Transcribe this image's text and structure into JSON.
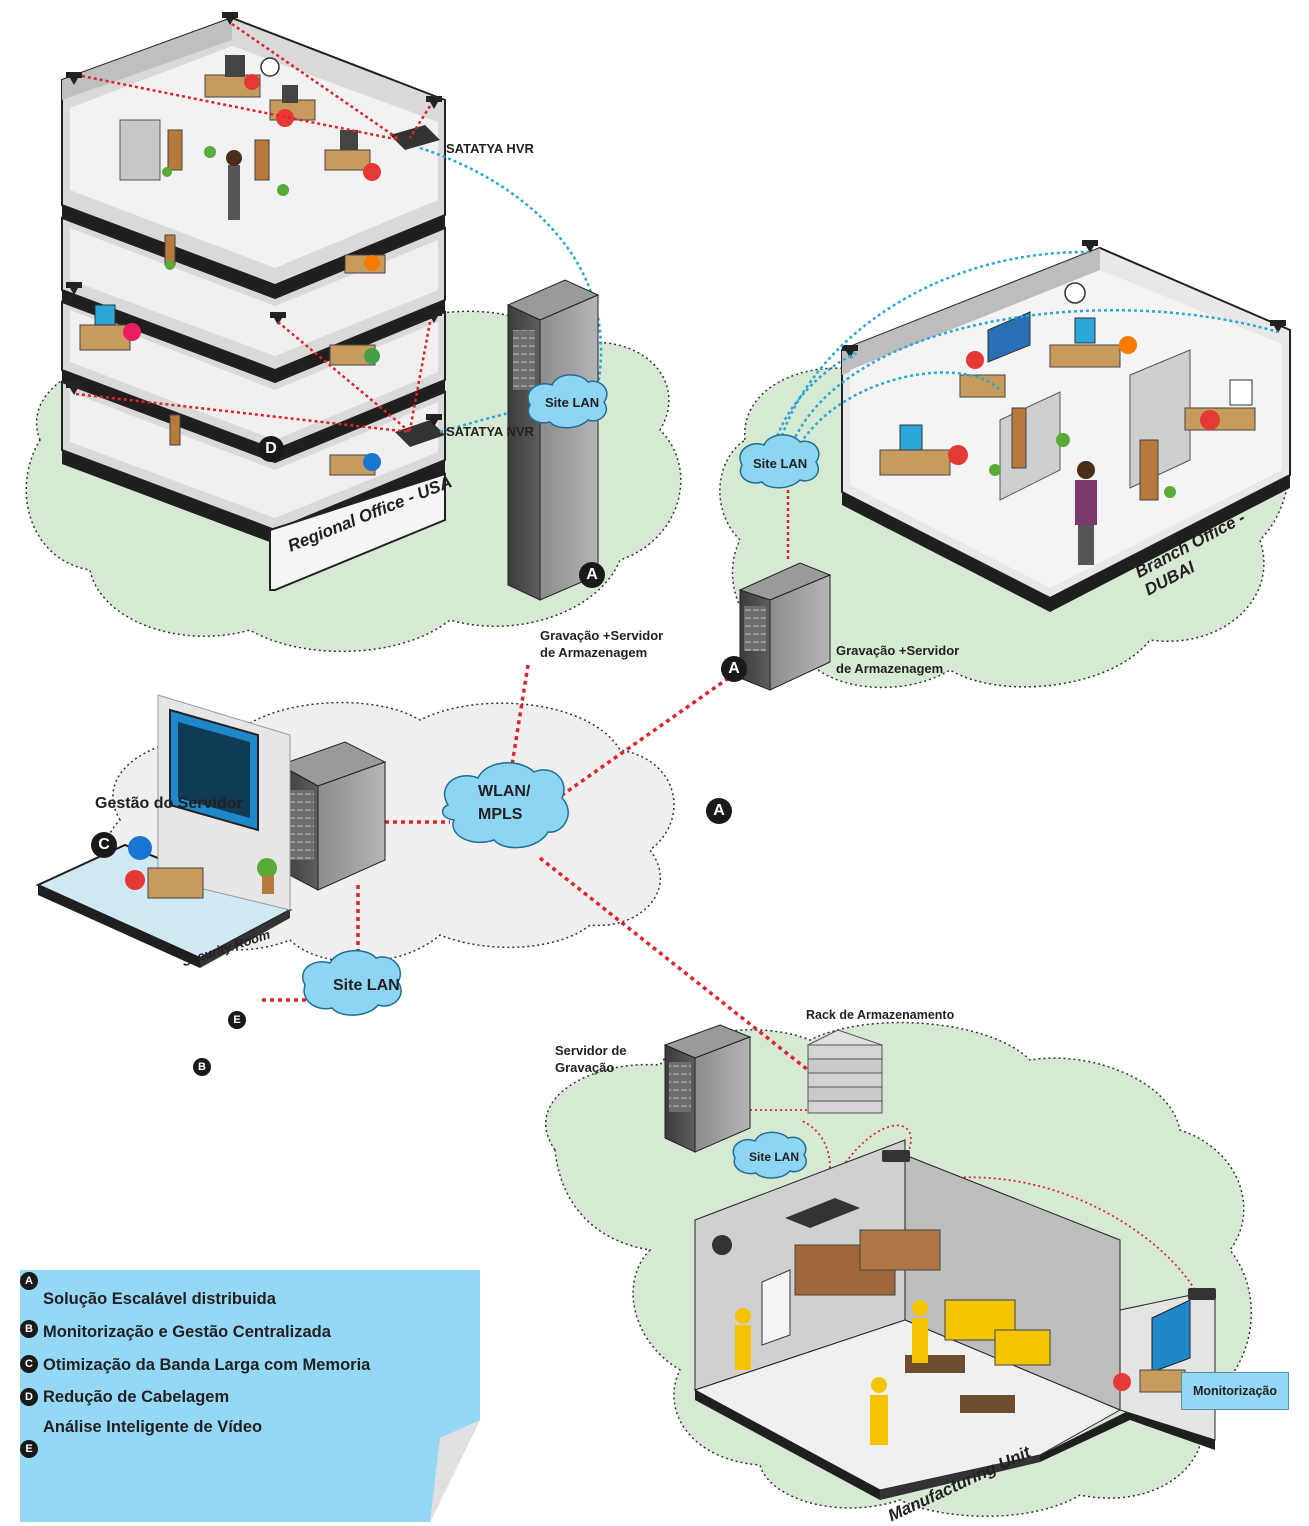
{
  "sites": {
    "regional": {
      "name": "Regional Office - USA",
      "recorder_hvr": "SATATYA HVR",
      "recorder_nvr": "SATATYA NVR",
      "lan": "Site LAN",
      "server_label_1": "Gravação +Servidor",
      "server_label_2": "de Armazenagem"
    },
    "branch": {
      "name": "Branch Office - DUBAI",
      "lan": "Site LAN",
      "server_label_1": "Gravação +Servidor",
      "server_label_2": "de Armazenagem"
    },
    "core": {
      "network_1": "WLAN/",
      "network_2": "MPLS",
      "management": "Gestão do Servidor"
    },
    "security": {
      "name": "Security Room",
      "lan": "Site LAN"
    },
    "manufacturing": {
      "name": "Manufacturing Unit",
      "lan": "Site LAN",
      "rack": "Rack de Armazenamento",
      "recording_1": "Servidor de",
      "recording_2": "Gravação",
      "monitoring": "Monitorização"
    }
  },
  "badges": {
    "a": "A",
    "b": "B",
    "c": "C",
    "d": "D",
    "e": "E"
  },
  "legend": {
    "items": [
      {
        "key": "A",
        "text": "Solução Escalável distribuida"
      },
      {
        "key": "B",
        "text": "Monitorização e Gestão Centralizada"
      },
      {
        "key": "C",
        "text": "Otimização da Banda Larga com Memoria"
      },
      {
        "key": "D",
        "text": "Redução de Cabelagem"
      },
      {
        "key": "E",
        "text": "Análise Inteligente de Vídeo"
      }
    ]
  },
  "colors": {
    "cloud_green": "#d6ead3",
    "cloud_grey": "#efefef",
    "wan_link": "#e0242b",
    "lan_link": "#2aa7d8",
    "lan_cloud": "#8ed5f3",
    "legend_bg": "#94d8f5"
  }
}
